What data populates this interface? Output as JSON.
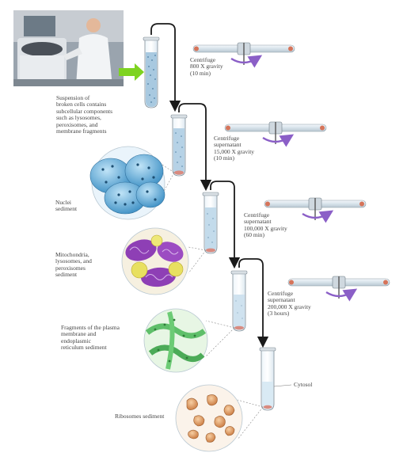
{
  "photo": {
    "description_icon": "lab-technician-photo"
  },
  "suspension": {
    "lines": [
      "Suspension of",
      "broken cells contains",
      "subcellular components",
      "such as lysosomes,",
      "peroxisomes, and",
      "membrane fragments"
    ]
  },
  "steps": [
    {
      "lines": [
        "Centrifuge",
        "800 X gravity",
        "(10 min)"
      ]
    },
    {
      "lines": [
        "Centrifuge",
        "supernatant",
        "15,000 X gravity",
        "(10 min)"
      ]
    },
    {
      "lines": [
        "Centrifuge",
        "supernatant",
        "100,000 X gravity",
        "(60 min)"
      ]
    },
    {
      "lines": [
        "Centrifuge",
        "supernatant",
        "200,000 X gravity",
        "(3 hours)"
      ]
    }
  ],
  "sediments": [
    {
      "lines": [
        "Nuclei",
        "sediment"
      ]
    },
    {
      "lines": [
        "Mitochondria,",
        "lysosomes, and",
        "peroxisomes",
        "sediment"
      ]
    },
    {
      "lines": [
        "Fragments of the plasma",
        "membrane and",
        "endoplasmic",
        "reticulum sediment"
      ]
    },
    {
      "lines": [
        "Ribosomes sediment"
      ]
    }
  ],
  "cytosol": {
    "label": "Cytosol"
  },
  "colors": {
    "arrow": "#1a1a1a",
    "rotation": "#8b5fc7",
    "highlight_arrow": "#7ed321",
    "nuclei": "#5aa8d8",
    "mitochondria": "#8e3fb5",
    "lysosome": "#e8e060",
    "er": "#5fbf6a",
    "ribosome": "#d9945a"
  }
}
